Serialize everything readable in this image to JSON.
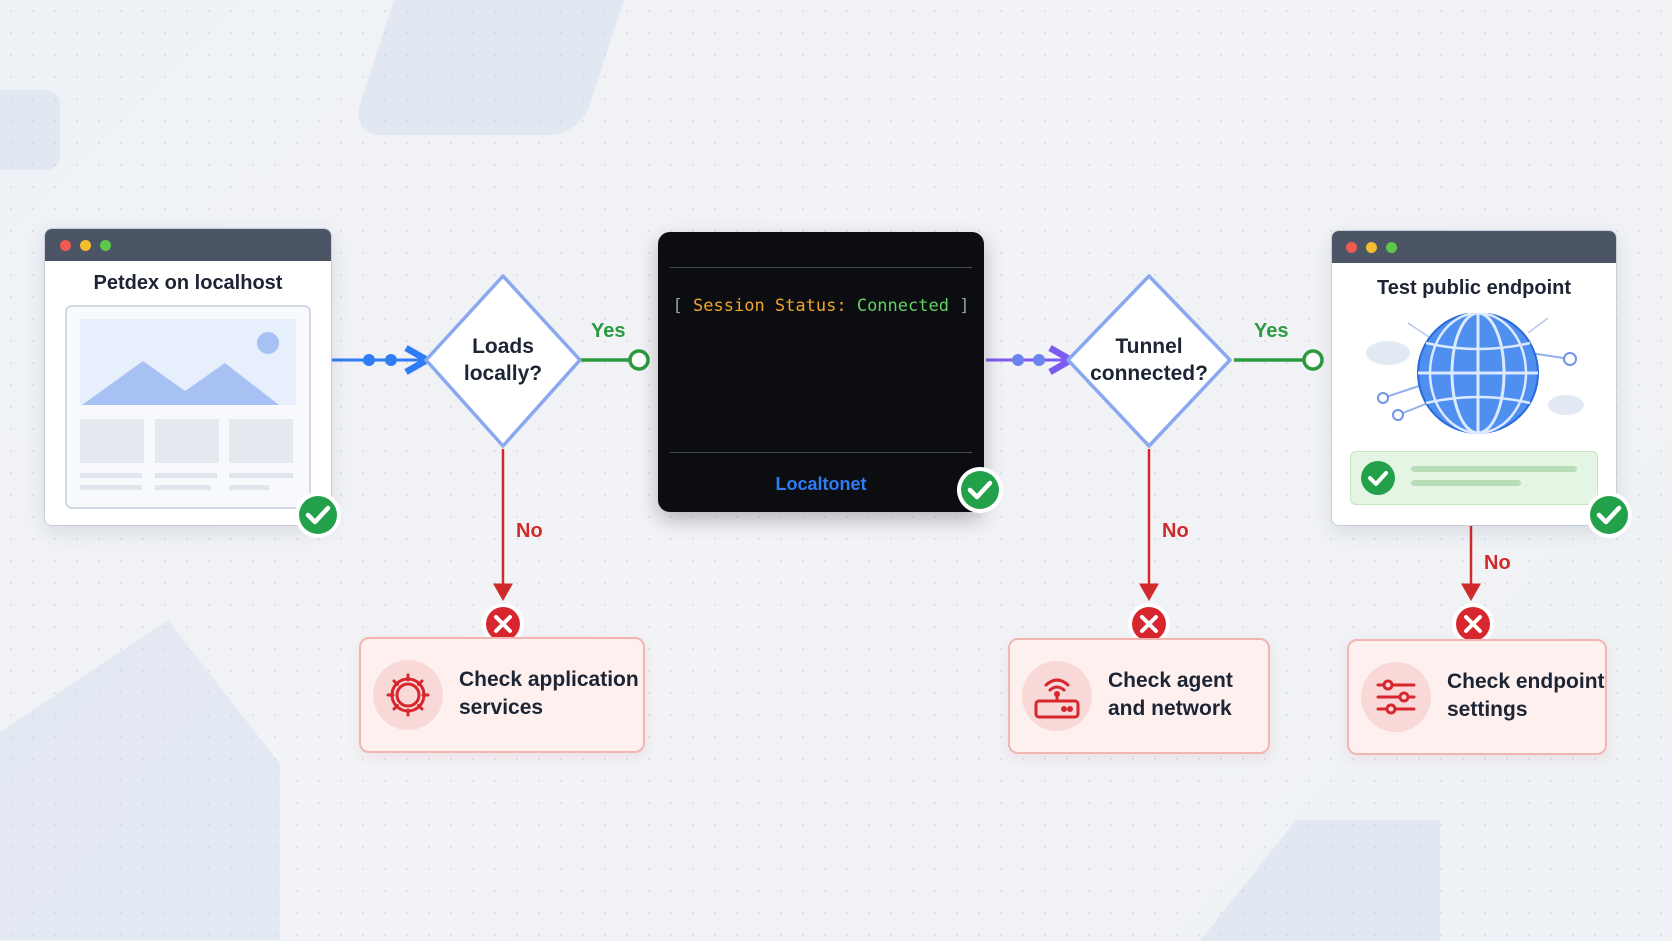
{
  "diagram": {
    "colors": {
      "yes": "#2c9a3f",
      "no": "#cf2b2b",
      "flow_blue": "#2f7cf4",
      "flow_purple": "#7c5cf0",
      "success": "#23a14a",
      "error": "#d7262e"
    },
    "start_window": {
      "title": "Petdex on localhost"
    },
    "decision1": {
      "label": "Loads\nlocally?",
      "yes": "Yes",
      "no": "No"
    },
    "terminal": {
      "bracket_open": "[",
      "status_key": "Session Status:",
      "status_value": "Connected",
      "bracket_close": "]",
      "brand": "Localtonet"
    },
    "decision2": {
      "label": "Tunnel\nconnected?",
      "yes": "Yes",
      "no": "No"
    },
    "end_window": {
      "title": "Test public endpoint",
      "no": "No"
    },
    "errors": [
      {
        "line1": "Check application",
        "line2": "services",
        "icon": "gear-icon"
      },
      {
        "line1": "Check agent",
        "line2": "and network",
        "icon": "router-icon"
      },
      {
        "line1": "Check endpoint",
        "line2": "settings",
        "icon": "sliders-icon"
      }
    ]
  }
}
